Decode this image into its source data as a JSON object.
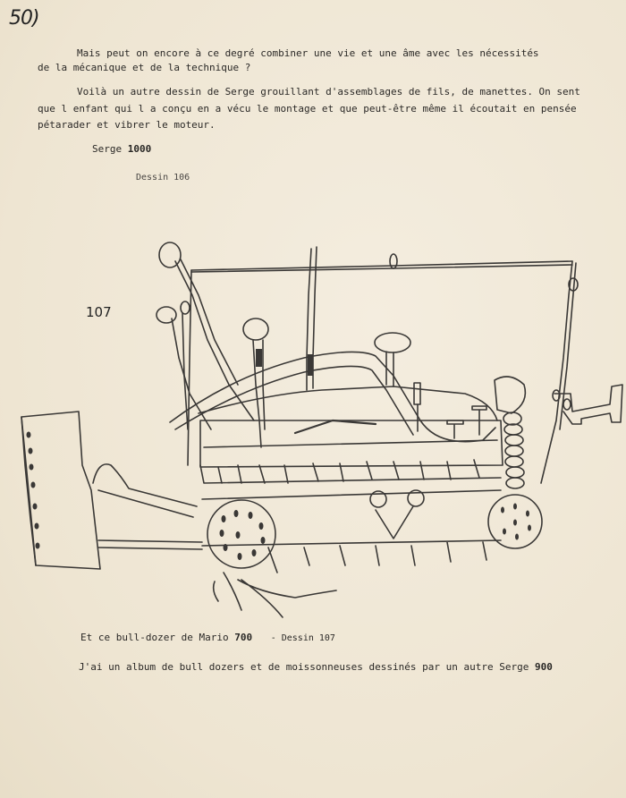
{
  "page_number": "50)",
  "paragraph1_line1": "Mais peut on encore à ce degré  combiner une vie et une âme avec les nécessités",
  "paragraph1_line2": "de la mécanique et de la technique ?",
  "paragraph2_line1": "Voilà un autre dessin de Serge grouillant d'assemblages de fils, de manettes. On sent",
  "paragraph2_line2": "que l enfant qui l a conçu en a vécu le montage et que peut-être même il écoutait en pensée",
  "paragraph2_line3": "pétarader et vibrer le moteur.",
  "serge_label": "Serge",
  "serge_number": "1000",
  "dessin_106": "Dessin 106",
  "drawing_label": "107",
  "caption_text": "Et ce bull-dozer de Mario",
  "caption_number": "700",
  "caption_dessin": "- Dessin 107",
  "album_text": "J'ai un album de bull dozers et de moissonneuses dessinés par un autre Serge",
  "album_number": "900"
}
